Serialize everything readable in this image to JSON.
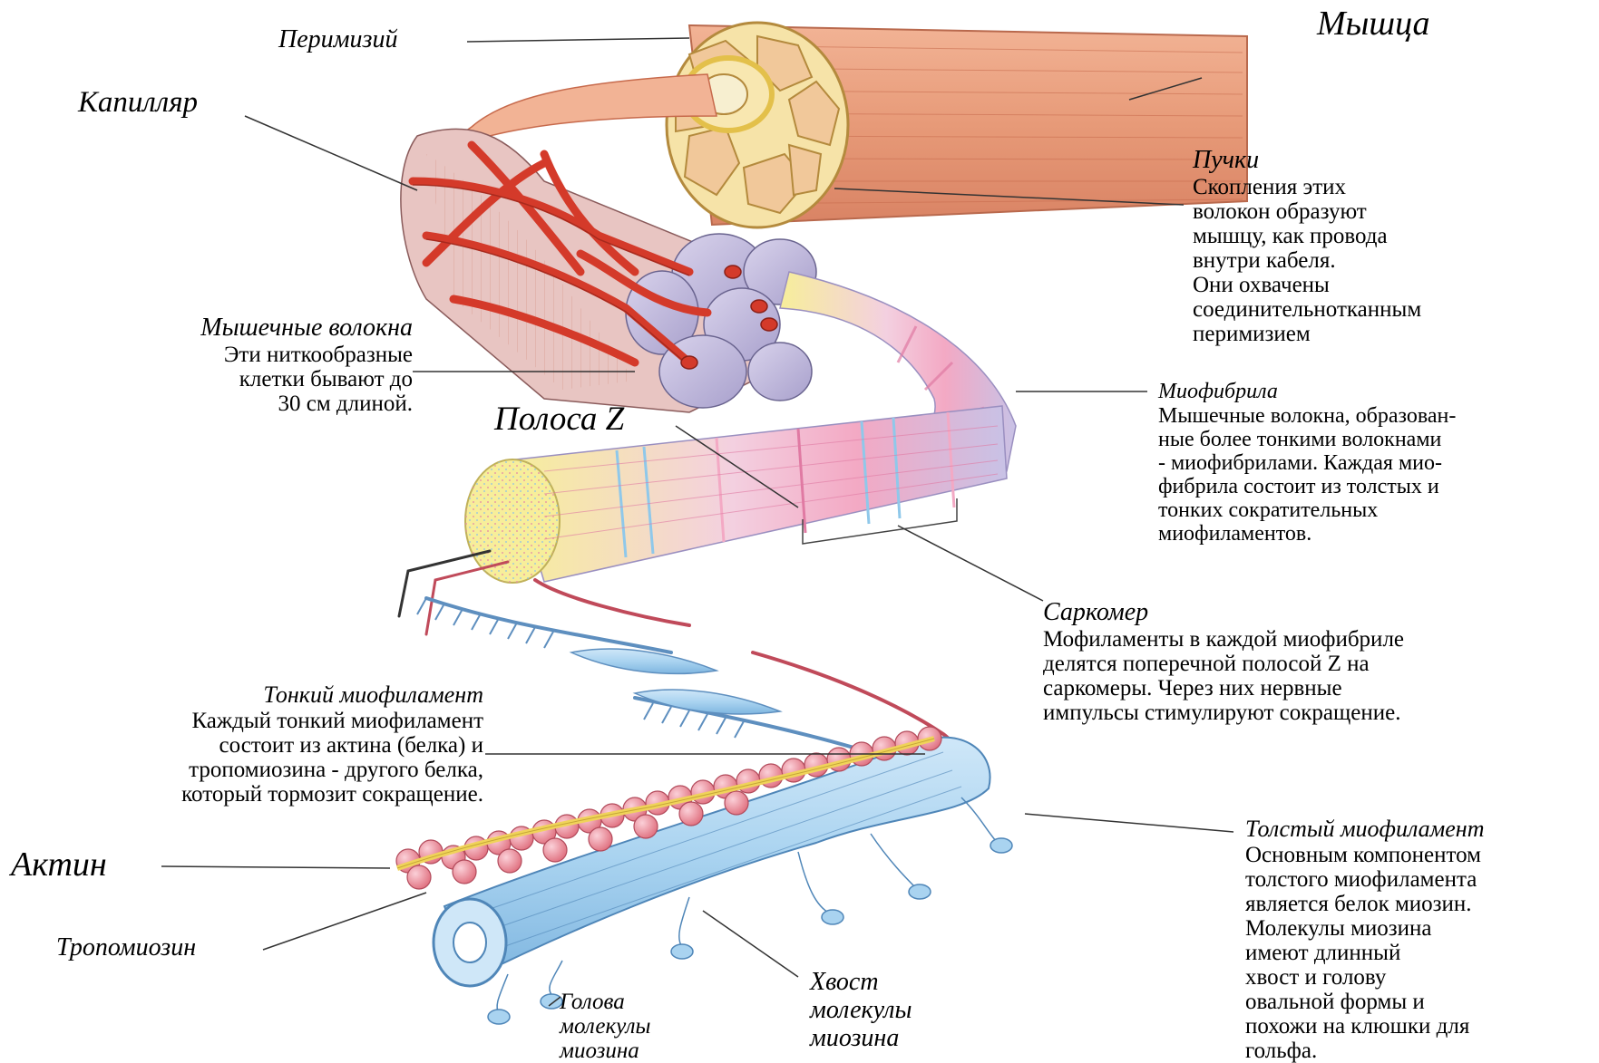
{
  "labels": {
    "muscle": "Мышца",
    "perimysium": "Перимизий",
    "capillary": "Капилляр",
    "bundles": {
      "title": "Пучки",
      "text": "Скопления этих\nволокон образуют\nмышцу, как провода\nвнутри кабеля.\nОни охвачены\nсоединительнотканным\nперимизием"
    },
    "muscle_fibers": {
      "title": "Мышечные волокна",
      "text": "Эти ниткообразные\nклетки бывают до\n30 см длиной."
    },
    "z_band": "Полоса Z",
    "myofibril": {
      "title": "Миофибрила",
      "text": "Мышечные волокна, образован-\nные более тонкими волокнами\n- миофибрилами. Каждая мио-\nфибрила состоит из толстых и\nтонких сократительных\nмиофиламентов."
    },
    "sarcomere": {
      "title": "Саркомер",
      "text": "Мофиламенты в каждой миофибриле\nделятся поперечной полосой Z на\nсаркомеры. Через них нервные\nимпульсы стимулируют сокращение."
    },
    "thin_myofilament": {
      "title": "Тонкий миофиламент",
      "text": "Каждый тонкий миофиламент\nсостоит из актина (белка) и\nтропомиозина - другого белка,\nкоторый тормозит сокращение."
    },
    "actin": "Актин",
    "tropomyosin": "Тропомиозин",
    "thick_myofilament": {
      "title": "Толстый миофиламент",
      "text": "Основным компонентом\nтолстого миофиламента\nявляется белок миозин.\nМолекулы миозина\nимеют длинный\nхвост и голову\nовальной формы и\nпохожи на клюшки для\nгольфа."
    },
    "myosin_head": "Голова\nмолекулы\nмиозина",
    "myosin_tail": "Хвост\nмолекулы\nмиозина"
  },
  "colors": {
    "muscle": "#e79a78",
    "muscle_dark": "#c76a4c",
    "perimysium": "#f6e3a8",
    "capillary": "#d43a2a",
    "fiber_purple": "#b9b3d6",
    "myofibril_pink": "#f3a9c4",
    "myofibril_blue": "#8fc8ea",
    "myofibril_yellow": "#f7ee9a",
    "filament_blue": "#a9d3f0",
    "actin": "#ee8fa0",
    "tropomyosin": "#f0d35a",
    "leader_line": "#333333"
  }
}
